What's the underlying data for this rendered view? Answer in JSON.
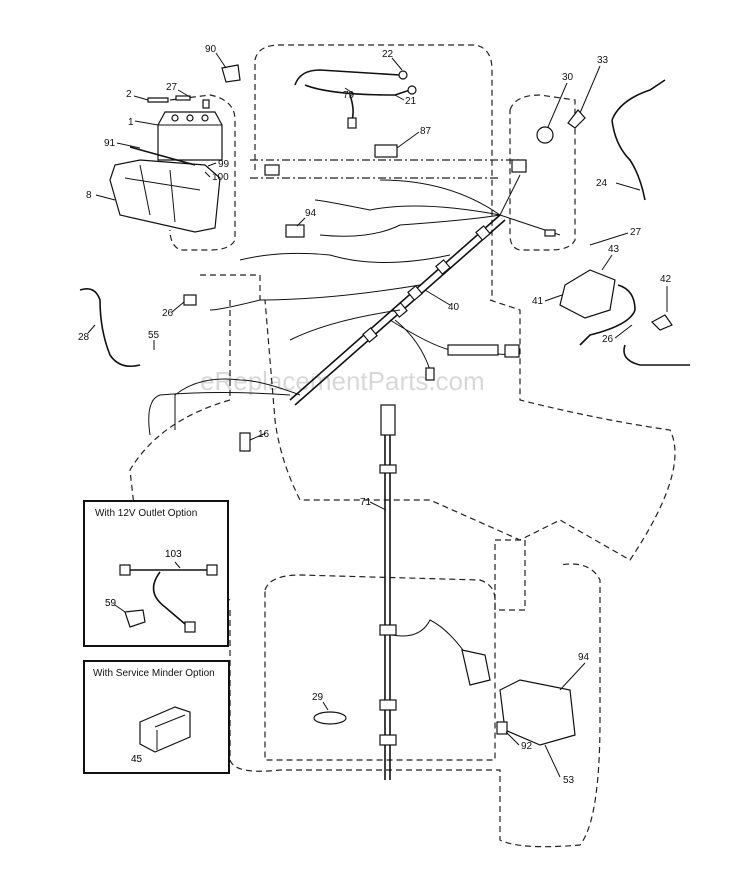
{
  "watermark": "eReplacementParts.com",
  "callouts": [
    {
      "id": "90",
      "label": "90"
    },
    {
      "id": "27a",
      "label": "27"
    },
    {
      "id": "2",
      "label": "2"
    },
    {
      "id": "1",
      "label": "1"
    },
    {
      "id": "91",
      "label": "91"
    },
    {
      "id": "99",
      "label": "99"
    },
    {
      "id": "100",
      "label": "100"
    },
    {
      "id": "8",
      "label": "8"
    },
    {
      "id": "22",
      "label": "22"
    },
    {
      "id": "79",
      "label": "79"
    },
    {
      "id": "21",
      "label": "21"
    },
    {
      "id": "87",
      "label": "87"
    },
    {
      "id": "94a",
      "label": "94"
    },
    {
      "id": "30",
      "label": "30"
    },
    {
      "id": "33",
      "label": "33"
    },
    {
      "id": "24",
      "label": "24"
    },
    {
      "id": "27b",
      "label": "27"
    },
    {
      "id": "43",
      "label": "43"
    },
    {
      "id": "41",
      "label": "41"
    },
    {
      "id": "42",
      "label": "42"
    },
    {
      "id": "26a",
      "label": "26"
    },
    {
      "id": "40",
      "label": "40"
    },
    {
      "id": "28",
      "label": "28"
    },
    {
      "id": "55",
      "label": "55"
    },
    {
      "id": "26b",
      "label": "26"
    },
    {
      "id": "16",
      "label": "16"
    },
    {
      "id": "71",
      "label": "71"
    },
    {
      "id": "29",
      "label": "29"
    },
    {
      "id": "94b",
      "label": "94"
    },
    {
      "id": "92",
      "label": "92"
    },
    {
      "id": "53",
      "label": "53"
    }
  ],
  "inset_12v": {
    "title": "With 12V Outlet Option",
    "callouts": [
      "103",
      "59"
    ]
  },
  "inset_service": {
    "title": "With Service Minder Option",
    "callouts": [
      "45"
    ]
  }
}
